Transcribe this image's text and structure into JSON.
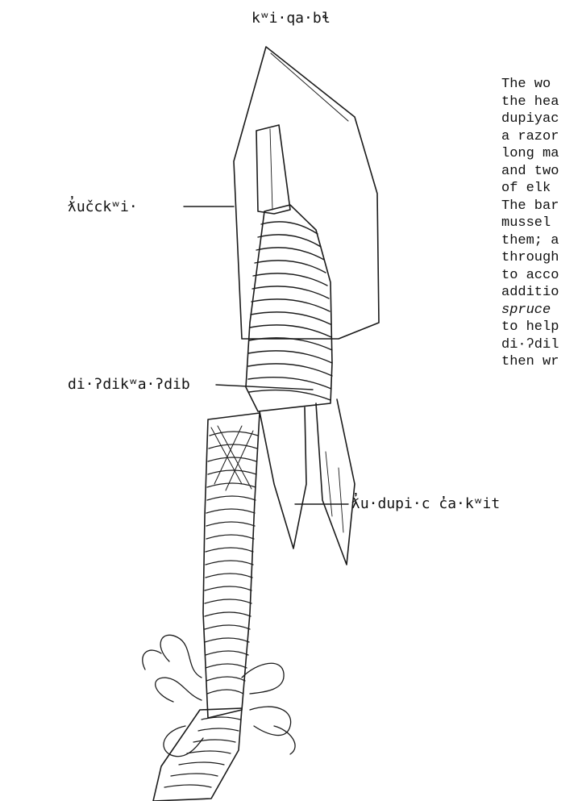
{
  "labels": {
    "top": "kʷi·qa·bɬ",
    "left_upper": "ƛ̓učckʷi·",
    "left_middle": "di·ʔdikʷa·ʔdib",
    "right_lower": "ƛ̓u·dupi·c c̓a·kʷit"
  },
  "caption_lines": [
    {
      "text": "The wo",
      "italic": false
    },
    {
      "text": "the hea",
      "italic": false
    },
    {
      "text": "dupiyac",
      "italic": false
    },
    {
      "text": "a razor",
      "italic": false
    },
    {
      "text": "long ma",
      "italic": false
    },
    {
      "text": "and two",
      "italic": false
    },
    {
      "text": "of elk",
      "italic": false
    },
    {
      "text": "The bar",
      "italic": false
    },
    {
      "text": "mussel",
      "italic": false
    },
    {
      "text": "them; a",
      "italic": false
    },
    {
      "text": "through",
      "italic": false
    },
    {
      "text": "to acco",
      "italic": false
    },
    {
      "text": "additio",
      "italic": false
    },
    {
      "text": "spruce",
      "italic": true
    },
    {
      "text": "to help",
      "italic": false
    },
    {
      "text": "di·ʔdil",
      "italic": false
    },
    {
      "text": "then wr",
      "italic": false
    }
  ]
}
